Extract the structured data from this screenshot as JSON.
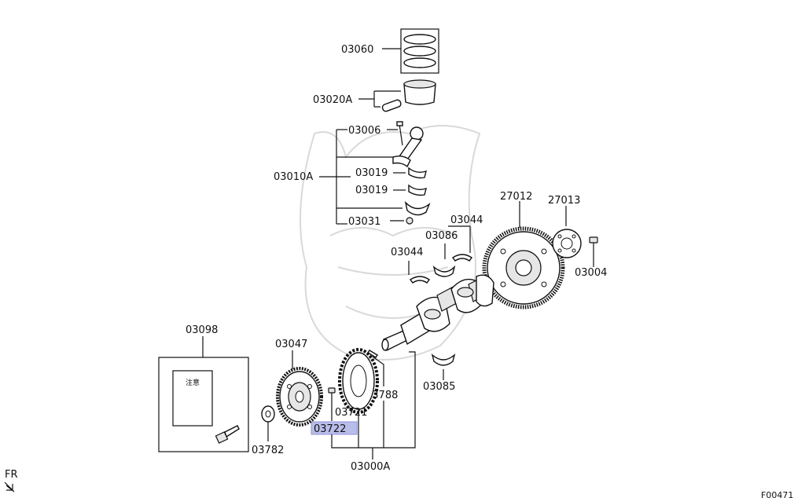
{
  "labels": {
    "p03060": "03060",
    "p03020A": "03020A",
    "p03006": "03006",
    "p03010A": "03010A",
    "p03019a": "03019",
    "p03019b": "03019",
    "p03031": "03031",
    "p27012": "27012",
    "p27013": "27013",
    "p03004": "03004",
    "p03044a": "03044",
    "p03044b": "03044",
    "p03086": "03086",
    "p03098": "03098",
    "p03047": "03047",
    "p03788": "03788",
    "p03721": "03721",
    "p03722": "03722",
    "p03085": "03085",
    "p03782": "03782",
    "p03000A": "03000A"
  },
  "manual_text": "注意",
  "orientation": "FR",
  "figure_code": "F00471",
  "colors": {
    "highlight": "#b9bde9",
    "line": "#111111",
    "watermark": "#d9d9d9"
  }
}
